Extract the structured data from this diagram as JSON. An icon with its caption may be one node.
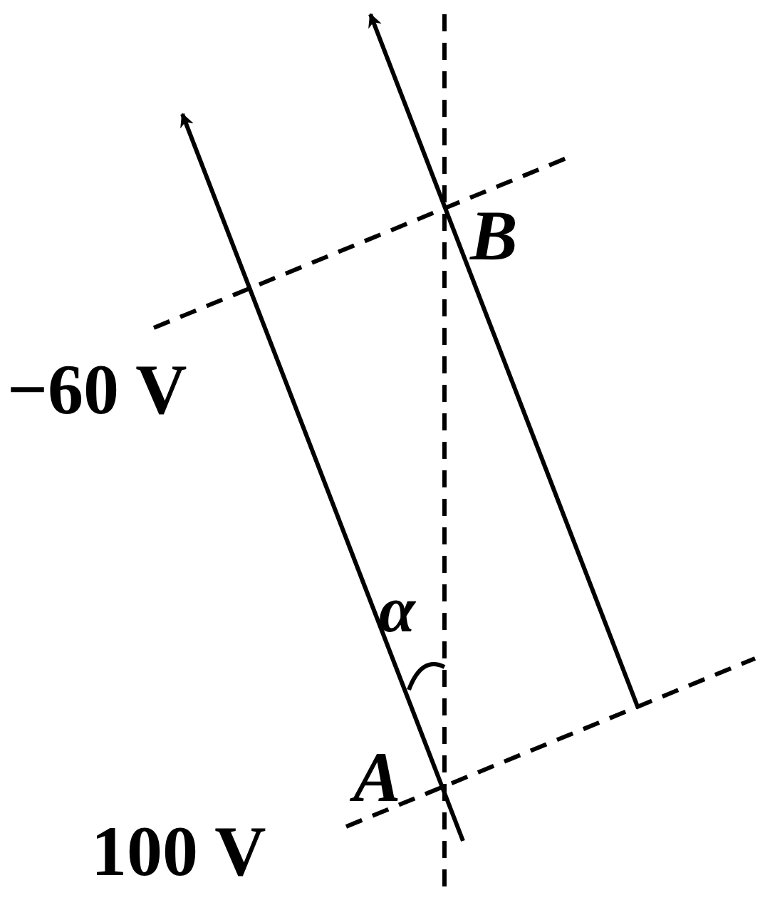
{
  "diagram": {
    "labels": [
      "B",
      "−60 V",
      "α",
      "A",
      "100 V"
    ]
  }
}
